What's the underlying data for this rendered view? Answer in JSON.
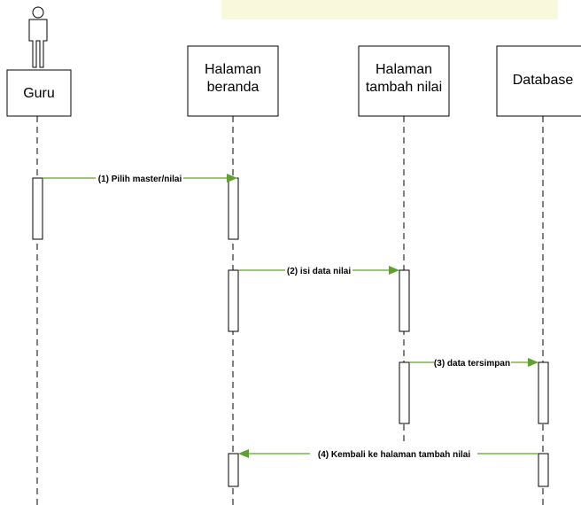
{
  "participants": {
    "guru": {
      "label": "Guru"
    },
    "beranda": {
      "line1": "Halaman",
      "line2": "beranda"
    },
    "tambah": {
      "line1": "Halaman",
      "line2": "tambah nilai"
    },
    "database": {
      "label": "Database"
    }
  },
  "messages": [
    {
      "label": "(1) Pilih master/nilai",
      "from": "guru",
      "to": "beranda"
    },
    {
      "label": "(2) isi data nilai",
      "from": "beranda",
      "to": "tambah"
    },
    {
      "label": "(3) data tersimpan",
      "from": "tambah",
      "to": "database"
    },
    {
      "label": "(4) Kembali ke halaman tambah nilai",
      "from": "database",
      "to": "beranda"
    }
  ],
  "colors": {
    "arrow": "#5fa02e",
    "watermark": "#f7f3c4"
  }
}
